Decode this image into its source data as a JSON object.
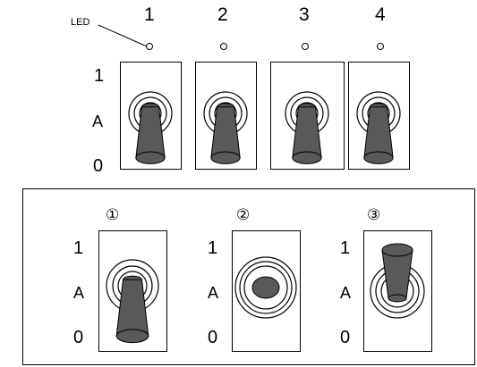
{
  "top_section": {
    "led_label": "LED",
    "column_numbers": [
      "1",
      "2",
      "3",
      "4"
    ],
    "side_labels": {
      "top": "1",
      "middle": "A",
      "bottom": "0"
    },
    "switch_positions": [
      "0",
      "0",
      "0",
      "0"
    ]
  },
  "bottom_section": {
    "items": [
      {
        "marker": "①",
        "labels": {
          "top": "1",
          "middle": "A",
          "bottom": "0"
        },
        "position": "0"
      },
      {
        "marker": "②",
        "labels": {
          "top": "1",
          "middle": "A",
          "bottom": "0"
        },
        "position": "A"
      },
      {
        "marker": "③",
        "labels": {
          "top": "1",
          "middle": "A",
          "bottom": "0"
        },
        "position": "1"
      }
    ]
  },
  "colors": {
    "lever": "#595959",
    "stroke": "#000000",
    "background": "#ffffff"
  }
}
